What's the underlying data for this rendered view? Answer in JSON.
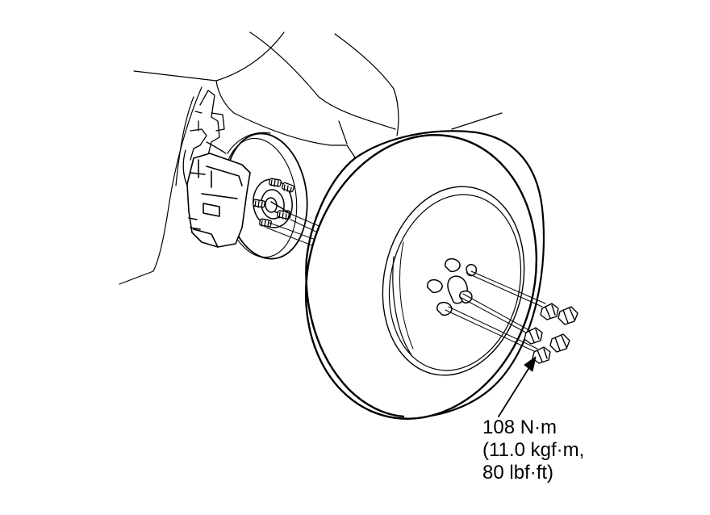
{
  "colors": {
    "background": "#ffffff",
    "line": "#000000"
  },
  "callout": {
    "torque_nm": "108 N·m",
    "torque_kgf": "(11.0 kgf·m,",
    "torque_lbf": "80 lbf·ft)"
  }
}
